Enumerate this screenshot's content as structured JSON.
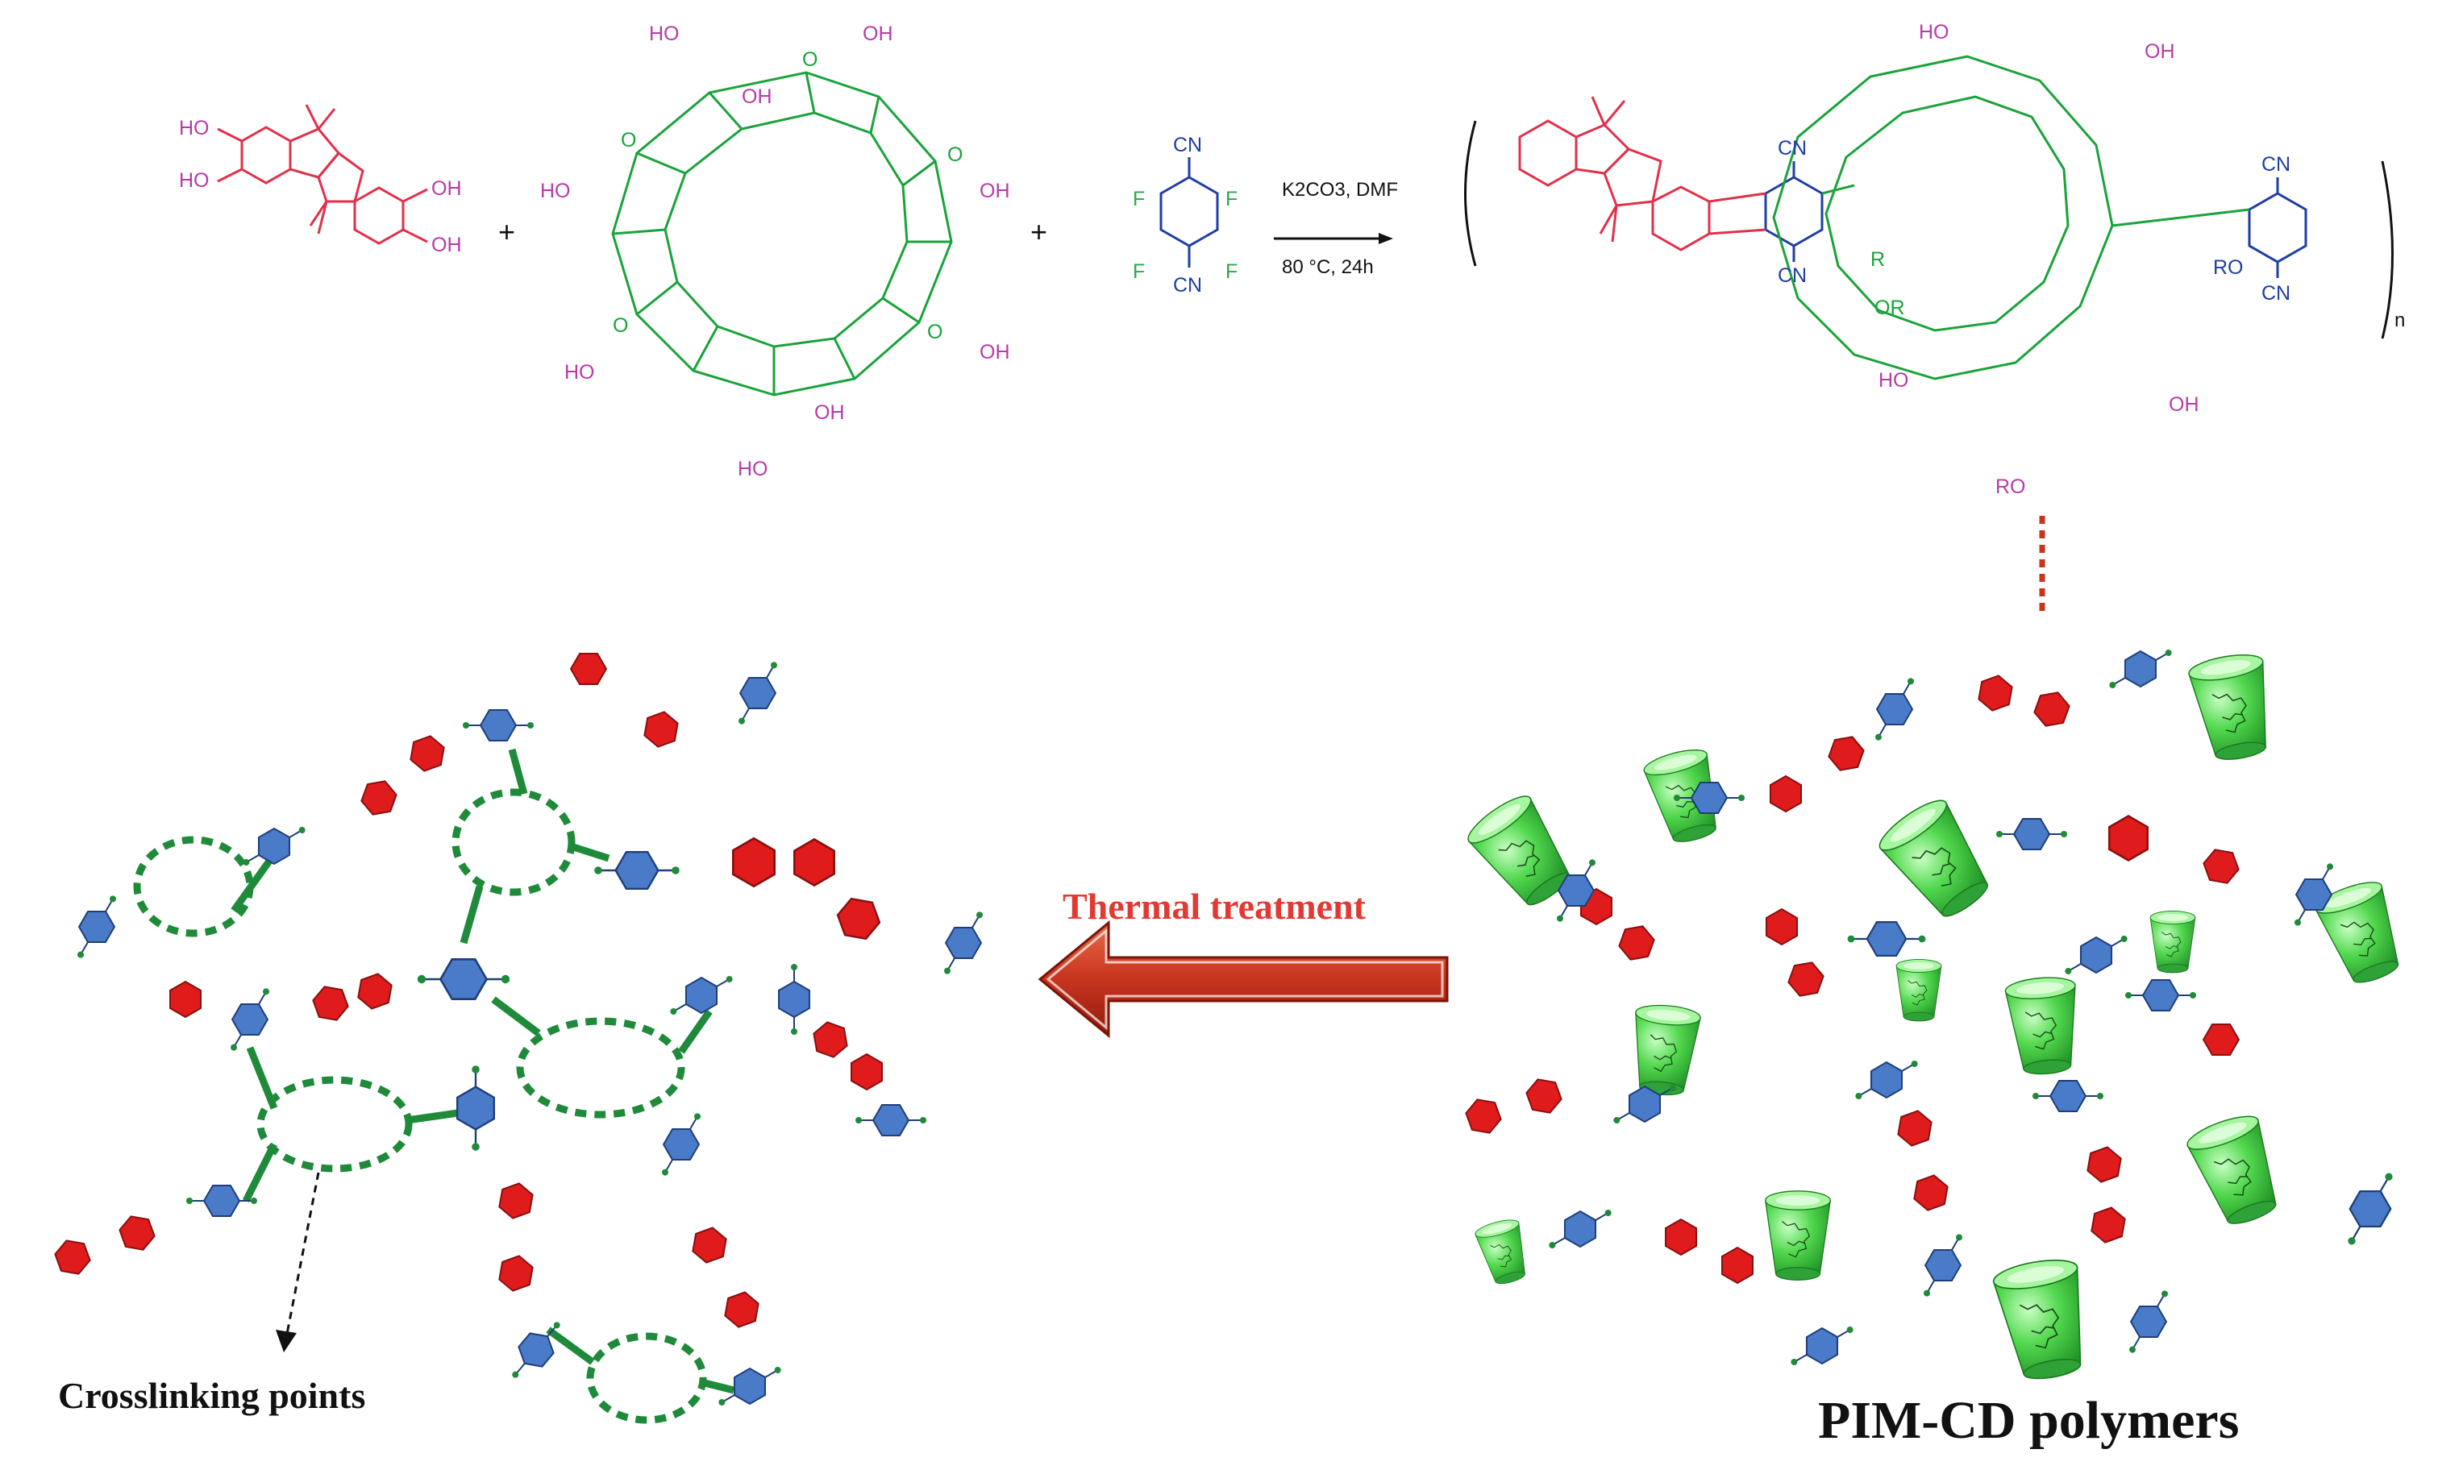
{
  "reaction": {
    "condition_line_1": "K2CO3, DMF",
    "condition_line_2": "80 °C, 24h",
    "plus_sign": "+",
    "subscript_n": "n"
  },
  "chem_labels": {
    "hydroxyl": "HO",
    "hydroxyl_right": "OH",
    "nitrile": "CN",
    "fluorine": "F",
    "oxygen": "O",
    "alkoxy": "RO",
    "alkoxy_right": "OR",
    "r_group": "R"
  },
  "scheme": {
    "process_label": "Thermal treatment",
    "crosslink_label": "Crosslinking points",
    "polymer_label": "PIM-CD polymers"
  },
  "colors": {
    "spiro_unit": "#e2304a",
    "cyclodextrin": "#19a33a",
    "hydroxyl_text": "#b83aa8",
    "tfpn_core": "#1f3ea6",
    "fluorine": "#2aa84a",
    "arrow_fill": "#c8341e",
    "cd_cone": "#3fd04a",
    "model_red": "#e01b1b",
    "model_blue": "#4a7bc8",
    "dash_green": "#1e8a3a"
  }
}
